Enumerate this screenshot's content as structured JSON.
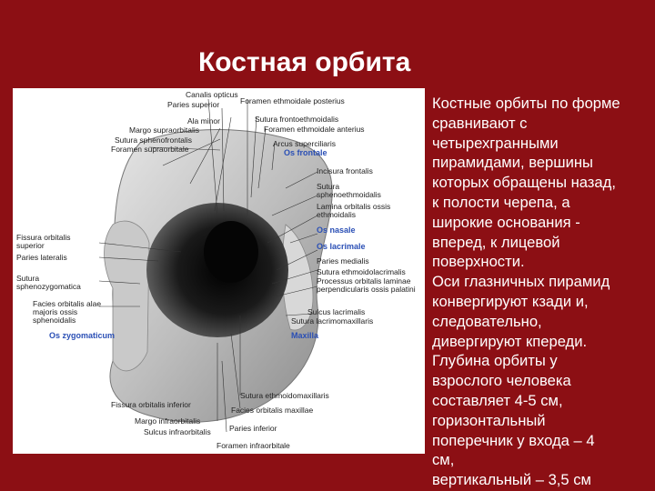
{
  "title": "Костная орбита",
  "figure": {
    "labels_left": [
      "Canalis opticus",
      "Paries superior",
      "Ala minor",
      "Margo supraorbitalis",
      "Sutura sphenofrontalis",
      "Foramen supraorbitale",
      "Fissura orbitalis superior",
      "Paries lateralis",
      "Sutura sphenozygomatica",
      "Facies orbitalis alae majoris ossis sphenoidalis",
      "Os zygomaticum"
    ],
    "labels_right": [
      "Foramen ethmoidale posterius",
      "Sutura frontoethmoidalis",
      "Foramen ethmoidale anterius",
      "Arcus superciliaris",
      "Os frontale",
      "Incisura frontalis",
      "Sutura sphenoethmoidalis",
      "Lamina orbitalis ossis ethmoidalis",
      "Os nasale",
      "Os lacrimale",
      "Paries medialis",
      "Sutura ethmoidolacrimalis",
      "Processus orbitalis laminae perpendicularis ossis palatini",
      "Sulcus lacrimalis",
      "Sutura lacrimomaxillaris",
      "Maxilla"
    ],
    "labels_bottom": [
      "Sutura ethmoidomaxillaris",
      "Fissura orbitalis inferior",
      "Facies orbitalis maxillae",
      "Margo infraorbitalis",
      "Paries inferior",
      "Sulcus infraorbitalis",
      "Foramen infraorbitale"
    ]
  },
  "text_lines": [
    "Костные орбиты по форме",
    "сравнивают с",
    "четырехгранными",
    "пирамидами, вершины",
    "которых обращены назад,",
    "к полости черепа, а",
    "широкие основания -",
    "вперед, к лицевой",
    "поверхности.",
    "Оси глазничных пирамид",
    "конвергируют кзади и,",
    "следовательно,",
    "дивергируют кпереди.",
    "Глубина орбиты у",
    "взрослого человека",
    "составляет 4-5 см,",
    "горизонтальный",
    "поперечник у входа – 4",
    "см,",
    "вертикальный – 3,5 см"
  ],
  "colors": {
    "background": "#8c0f14",
    "title": "#ffffff",
    "bone_label": "#2a4fb5"
  }
}
